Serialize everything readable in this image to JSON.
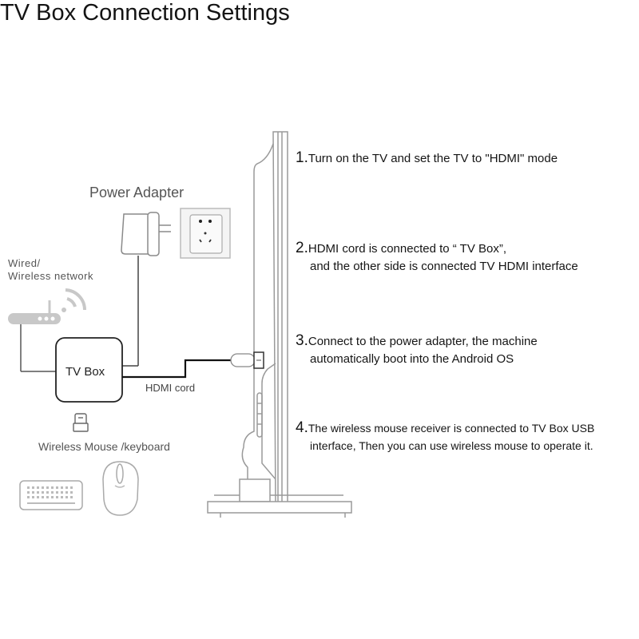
{
  "title": "TV Box Connection Settings",
  "steps": [
    {
      "num": "1.",
      "line1": "Turn on the TV and set the TV to \"HDMI\" mode",
      "line2": ""
    },
    {
      "num": "2.",
      "line1": "HDMI cord is connected to “ TV Box”,",
      "line2": "and the other side is connected TV HDMI interface"
    },
    {
      "num": "3.",
      "line1": "Connect to the power adapter, the machine",
      "line2": "automatically boot into the Android OS"
    },
    {
      "num": "4.",
      "line1": "The wireless mouse receiver is connected to TV  Box USB",
      "line2": "interface, Then you can use wireless mouse to operate it."
    }
  ],
  "labels": {
    "power_adapter": "Power Adapter",
    "network_line1": "Wired/",
    "network_line2": "Wireless network",
    "tv_box": "TV Box",
    "hdmi_cord": "HDMI cord",
    "wireless_peripherals": "Wireless Mouse  /keyboard"
  },
  "icons": [
    "power-adapter-icon",
    "wall-socket-icon",
    "router-icon",
    "wifi-icon",
    "tv-box-icon",
    "usb-receiver-icon",
    "keyboard-icon",
    "mouse-icon",
    "tv-side-view-icon",
    "hdmi-plug-icon"
  ]
}
